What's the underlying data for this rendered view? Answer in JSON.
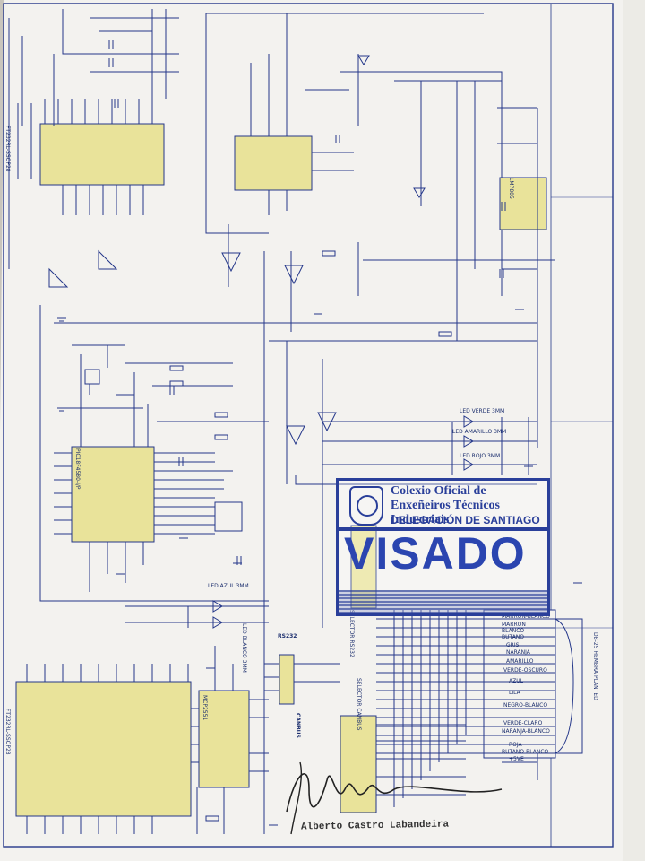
{
  "board": {
    "ftdi_top": "FT232RL-SSOP28",
    "ftdi_bottom": "FT232RL-SSOP28",
    "mcu": "PIC18F4580-I/P",
    "can_transceiver": "MCP2551",
    "regulator": "LM7805",
    "rs232": "RS232",
    "canbus": "CANBUS",
    "selector": "SELECTOR CANBUS",
    "selector_rs232": "SELECTOR RS232",
    "dsub_connector": "DB-25 HEMBRA PLANTED"
  },
  "leds": {
    "green": "LED VERDE 3MM",
    "yellow": "LED AMARILLO 3MM",
    "red": "LED ROJO 3MM",
    "blue": "LED AZUL 3MM",
    "white": "LED BLANCO 3MM"
  },
  "wire_colors": [
    "MARRON-BLANCO",
    "MARRON",
    "BLANCO",
    "BUTANO",
    "GRIS",
    "NARANJA",
    "AMARILLO",
    "VERDE-OSCURO",
    "AZUL",
    "LILA",
    "NEGRO-BLANCO",
    "VERDE-CLARO",
    "NARANJA-BLANCO",
    "ROJA",
    "BUTANO-BLANCO",
    "+5VE"
  ],
  "stamp": {
    "line1": "Colexio Oficial de",
    "line2": "Enxeñeiros Técnicos Industriais",
    "line3": "DELEGACIÓN DE SANTIAGO",
    "visado": "VISADO"
  },
  "signature": {
    "name": "Alberto Castro Labandeira"
  },
  "colors": {
    "ink": "#1c2f6e",
    "line": "#24378a",
    "stamp": "#2a3f9a",
    "paper": "#f3f2ef"
  }
}
